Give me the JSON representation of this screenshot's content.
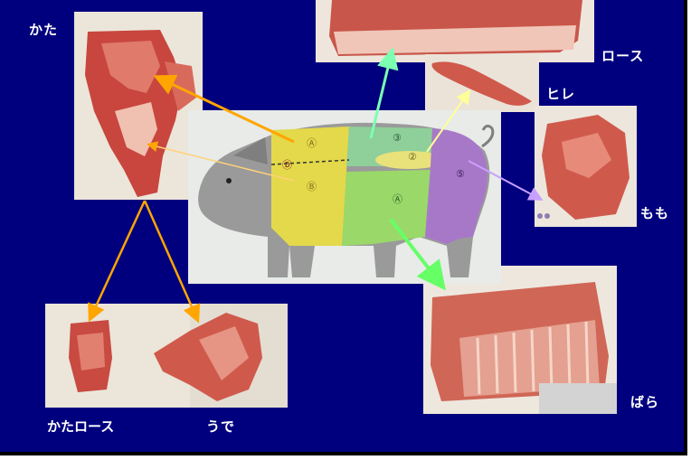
{
  "labels": {
    "kata": "かた",
    "rosu": "ロース",
    "hire": "ヒレ",
    "momo": "もも",
    "bara": "ばら",
    "kata_rosu": "かたロース",
    "ude": "うで"
  },
  "pig_regions": {
    "a_top": "Ⓐ",
    "d": "Ⓓ",
    "b": "Ⓑ",
    "c": "③",
    "e": "②",
    "f": "⑤",
    "g": "Ⓐ"
  },
  "colors": {
    "background": "#00007e",
    "kata_arrow": "#ffa500",
    "rosu_arrow": "#7cffb0",
    "hire_arrow": "#ffff99",
    "momo_arrow": "#c8a0ff",
    "bara_arrow": "#66ff66",
    "shoulder_region": "#e3d94a",
    "loin_region": "#8fcf9a",
    "belly_region": "#9ad86a",
    "ham_region": "#a878c8",
    "pig_body": "#9a9a9a"
  }
}
